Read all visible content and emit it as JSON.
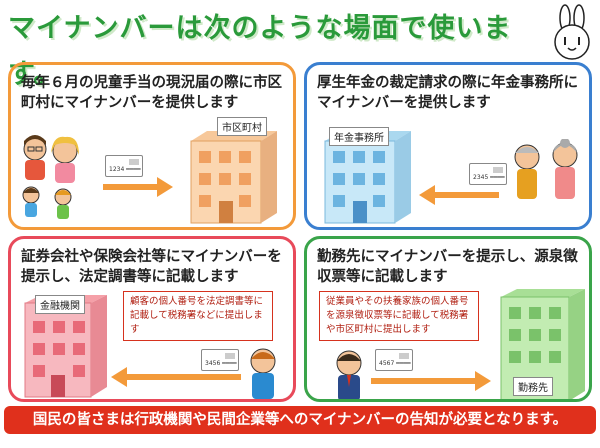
{
  "title": "マイナンバーは次のような場面で使います。",
  "panels": [
    {
      "text": "毎年６月の児童手当の現況届の際に市区町村にマイナンバーを提供します",
      "building_label": "市区町村",
      "card_number": "1234 ━━━━"
    },
    {
      "text": "厚生年金の裁定請求の際に年金事務所にマイナンバーを提供します",
      "building_label": "年金事務所",
      "card_number": "2345 ━━━━"
    },
    {
      "text": "証券会社や保険会社等にマイナンバーを提示し、法定調書等に記載します",
      "building_label": "金融機関",
      "note": "顧客の個人番号を法定調書等に記載して税務署などに提出します",
      "card_number": "3456 ━━━━"
    },
    {
      "text": "勤務先にマイナンバーを提示し、源泉徴収票等に記載します",
      "building_label": "勤務先",
      "note": "従業員やその扶養家族の個人番号を源泉徴収票等に記載して税務署や市区町村に提出します",
      "card_number": "4567 ━━━━"
    }
  ],
  "bottom_banner": "国民の皆さまは行政機関や民間企業等へのマイナンバーの告知が必要となります。",
  "colors": {
    "title_green": "#2a9a3a",
    "panel1_border": "#f39a3a",
    "panel2_border": "#3a7fd0",
    "panel3_border": "#e84a5a",
    "panel4_border": "#3aa44a",
    "banner_red": "#e0301c",
    "highlight_red": "#d6321e"
  }
}
